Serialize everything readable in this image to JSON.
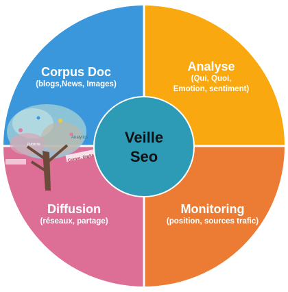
{
  "center": {
    "line1": "Veille",
    "line2": "Seo"
  },
  "quadrants": [
    {
      "id": "corpus",
      "title": "Corpus Doc",
      "subtitle_lines": [
        "(blogs,News, Images)"
      ],
      "color": "#3a97dc"
    },
    {
      "id": "analyse",
      "title": "Analyse",
      "subtitle_lines": [
        "(Qui, Quoi,",
        "Emotion, sentiment)"
      ],
      "color": "#f9a80f"
    },
    {
      "id": "diffusion",
      "title": "Diffusion",
      "subtitle_lines": [
        "(réseaux, partage)"
      ],
      "color": "#dd6e96"
    },
    {
      "id": "monitoring",
      "title": "Monitoring",
      "subtitle_lines": [
        "(position, sources trafic)"
      ],
      "color": "#ec7b34"
    }
  ],
  "center_color": "#2e9bb6",
  "illustration": {
    "icon": "word-cloud-tree-icon",
    "tags": [
      "Analytics",
      "Publicité",
      "Comm. Digitale"
    ]
  }
}
